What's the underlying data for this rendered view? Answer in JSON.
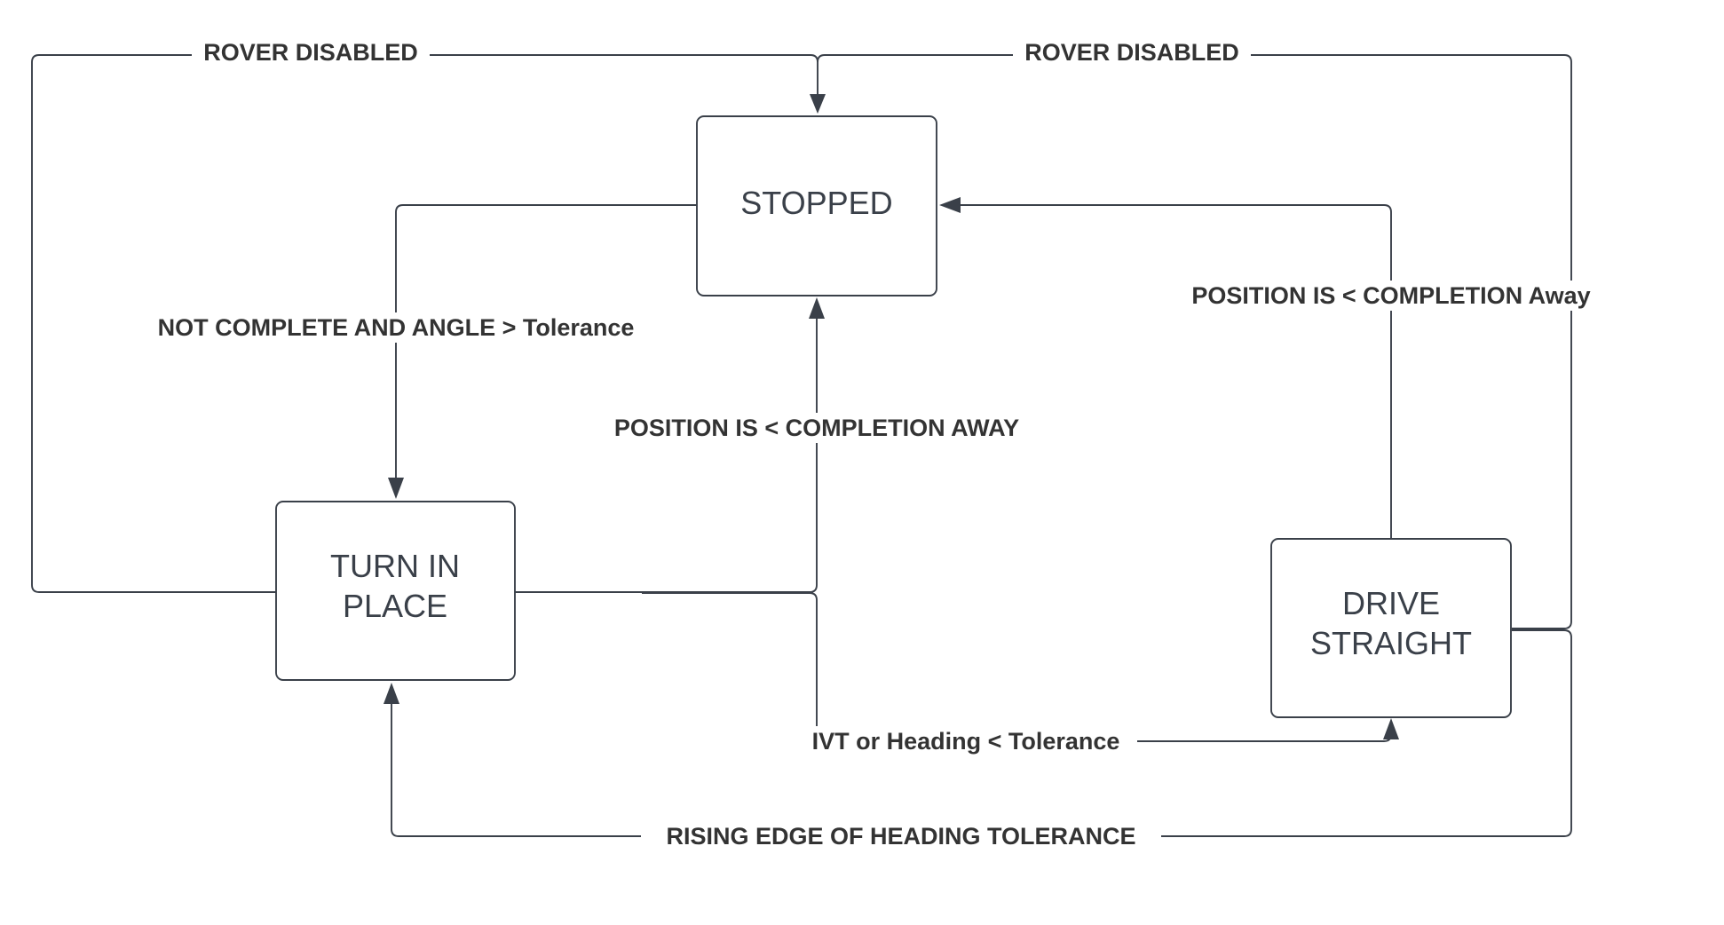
{
  "diagram": {
    "type": "state-machine",
    "colors": {
      "line": "#3a4049",
      "text": "#333333",
      "background": "#ffffff"
    },
    "nodes": [
      {
        "id": "stopped",
        "lines": [
          "STOPPED"
        ]
      },
      {
        "id": "turn_in_place",
        "lines": [
          "TURN IN",
          "PLACE"
        ]
      },
      {
        "id": "drive_straight",
        "lines": [
          "DRIVE",
          "STRAIGHT"
        ]
      }
    ],
    "edges": [
      {
        "id": "tip_to_stopped_disabled",
        "from": "turn_in_place",
        "to": "stopped",
        "label": "ROVER DISABLED"
      },
      {
        "id": "ds_to_stopped_disabled",
        "from": "drive_straight",
        "to": "stopped",
        "label": "ROVER DISABLED"
      },
      {
        "id": "stopped_to_tip",
        "from": "stopped",
        "to": "turn_in_place",
        "label": "NOT COMPLETE AND ANGLE > Tolerance"
      },
      {
        "id": "tip_to_stopped_complete",
        "from": "turn_in_place",
        "to": "stopped",
        "label": "POSITION IS < COMPLETION AWAY"
      },
      {
        "id": "ds_to_stopped_complete",
        "from": "drive_straight",
        "to": "stopped",
        "label": "POSITION IS < COMPLETION Away"
      },
      {
        "id": "tip_to_ds",
        "from": "turn_in_place",
        "to": "drive_straight",
        "label": "IVT or Heading < Tolerance"
      },
      {
        "id": "ds_to_tip",
        "from": "drive_straight",
        "to": "turn_in_place",
        "label": "RISING EDGE OF HEADING TOLERANCE"
      }
    ]
  }
}
